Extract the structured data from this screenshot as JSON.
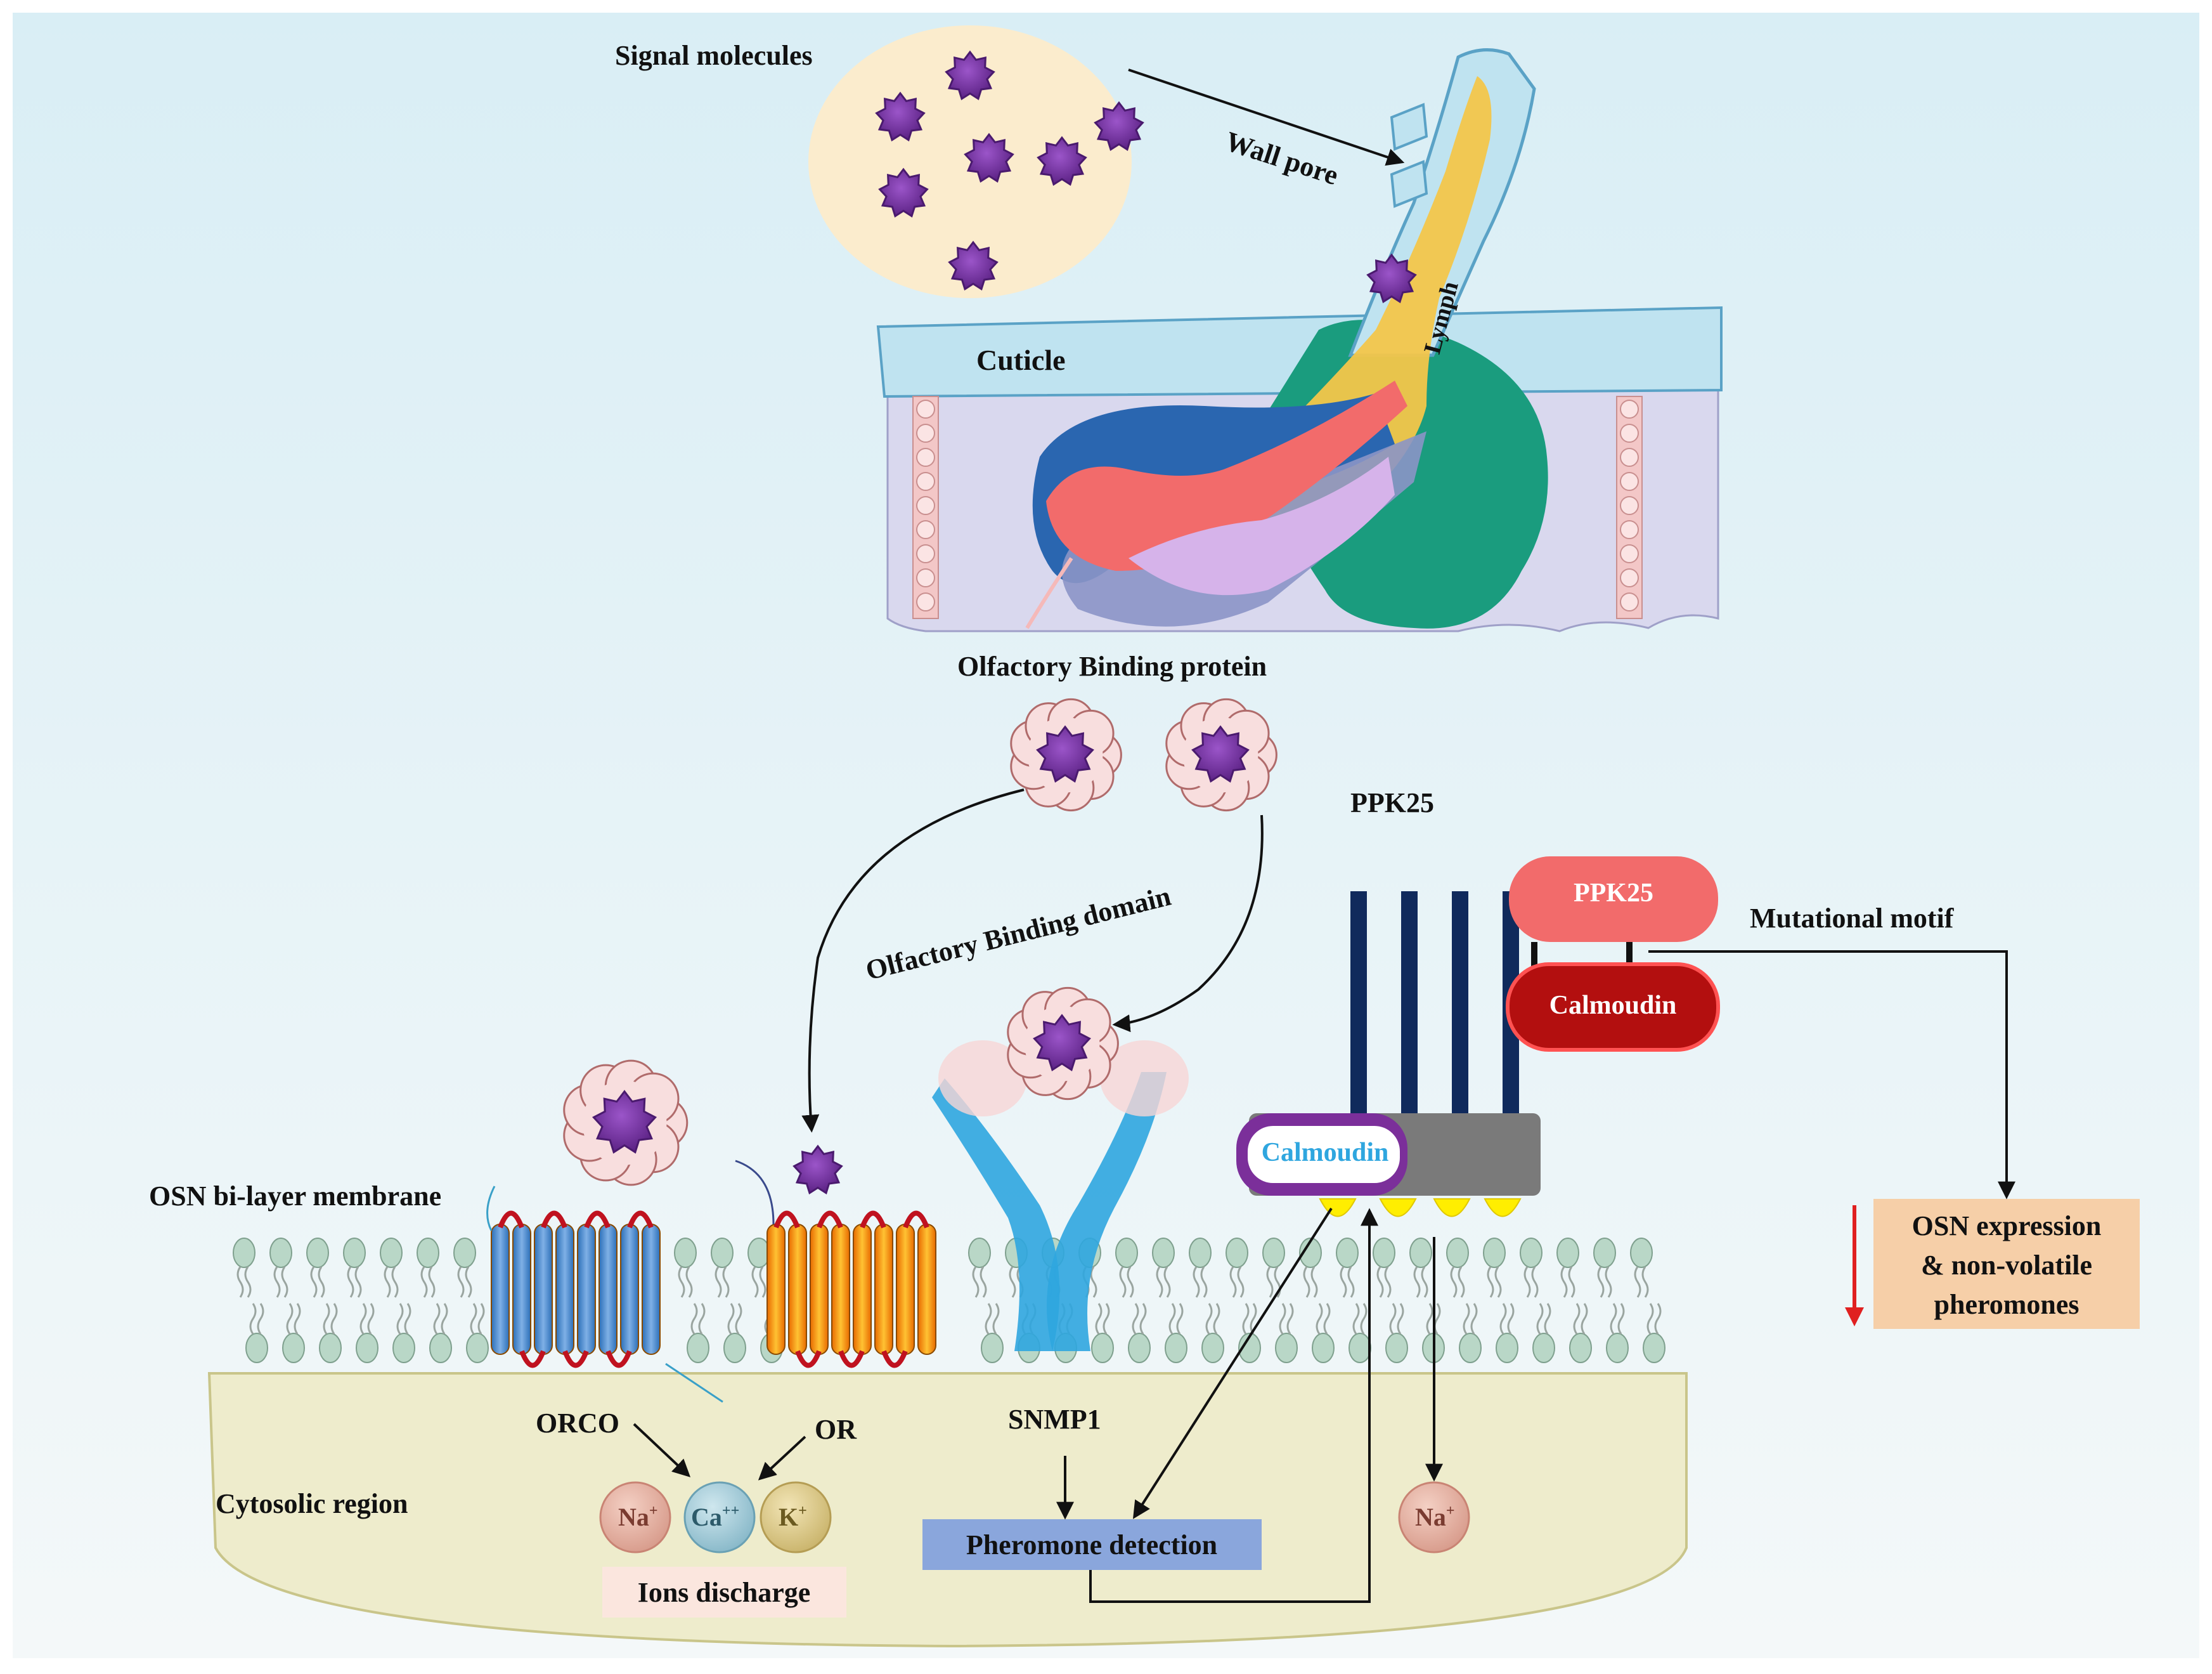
{
  "labels": {
    "signal_molecules": "Signal molecules",
    "wall_pore": "Wall pore",
    "lymph": "Lymph",
    "cuticle": "Cuticle",
    "olfactory_binding_protein": "Olfactory Binding protein",
    "olfactory_binding_domain": "Olfactory Binding domain",
    "ppk25_top": "PPK25",
    "ppk25_box": "PPK25",
    "calmoudin_box": "Calmoudin",
    "calmoudin_bar": "Calmoudin",
    "mutational_motif": "Mutational motif",
    "osn_membrane": "OSN bi-layer membrane",
    "orco": "ORCO",
    "or": "OR",
    "snmp1": "SNMP1",
    "cytosolic_region": "Cytosolic region",
    "pheromone_detection": "Pheromone detection",
    "ions_discharge": "Ions discharge",
    "osn_expression_line1": "OSN expression",
    "osn_expression_line2": "& non-volatile",
    "osn_expression_line3": "pheromones"
  },
  "ions": {
    "na1": "Na",
    "na1_sup": "+",
    "ca": "Ca",
    "ca_sup": "++",
    "k": "K",
    "k_sup": "+",
    "na2": "Na",
    "na2_sup": "+"
  },
  "colors": {
    "background_top": "#ddf0f6",
    "background_bottom": "#f3f8fa",
    "cytosol": "#eeeccc",
    "signal_ellipse": "#fbeccd",
    "molecule": "#7a3aa8",
    "ppk25_box": "#f26b6b",
    "calmoudin_box": "#b30f0f",
    "pheromone_box": "#8aa6dc",
    "ions_box": "#fbe6de",
    "osn_box": "#f6cfa8",
    "down_arrow": "#e02020"
  },
  "icons": {
    "molecule": "purple-star-molecule-icon",
    "obp": "binding-protein-cloud-icon",
    "lipid": "phospholipid-icon"
  }
}
